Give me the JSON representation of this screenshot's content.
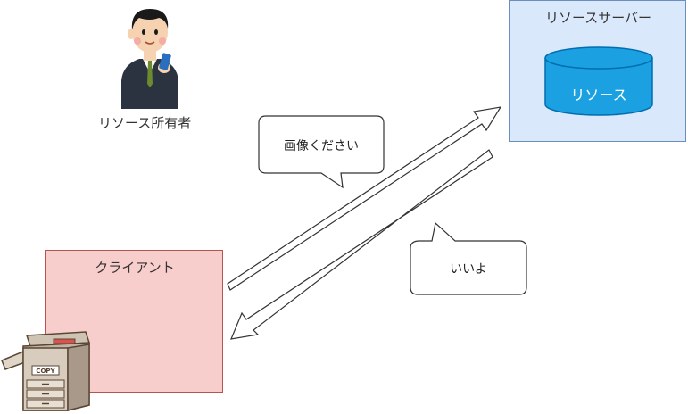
{
  "owner": {
    "label": "リソース所有者"
  },
  "server": {
    "label": "リソースサーバー",
    "database_label": "リソース"
  },
  "client": {
    "label": "クライアント"
  },
  "request_bubble": {
    "text": "画像ください"
  },
  "response_bubble": {
    "text": "いいよ"
  },
  "colors": {
    "server_fill": "#dae8fc",
    "server_stroke": "#6c8ebf",
    "database_fill": "#1ba1e2",
    "database_stroke": "#006eaf",
    "client_fill": "#f8cecc",
    "client_stroke": "#b85450"
  },
  "icons": [
    "businessman-smartphone-icon",
    "database-cylinder-icon",
    "copy-machine-icon"
  ]
}
